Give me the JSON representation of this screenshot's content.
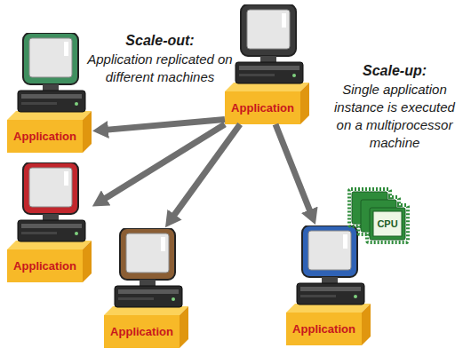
{
  "diagram": {
    "nodes": [
      {
        "text": [
          "Application"
        ]
      },
      {
        "text": [
          "Application"
        ]
      },
      {
        "text": [
          "Application"
        ]
      },
      {
        "text": [
          "Application"
        ]
      },
      {
        "text": [
          "Application"
        ]
      }
    ],
    "edges": [
      {
        "from": 0,
        "to": 1,
        "arrow": "to"
      },
      {
        "from": 0,
        "to": 2,
        "arrow": "to"
      },
      {
        "from": 0,
        "to": 3,
        "arrow": "to"
      },
      {
        "from": 0,
        "to": 4,
        "arrow": "to"
      }
    ],
    "labels": [
      "Scale-out:",
      "Application replicated on different machines",
      "Scale-up:",
      "Single application instance is executed on a multiprocessor machine",
      "CPU"
    ]
  }
}
